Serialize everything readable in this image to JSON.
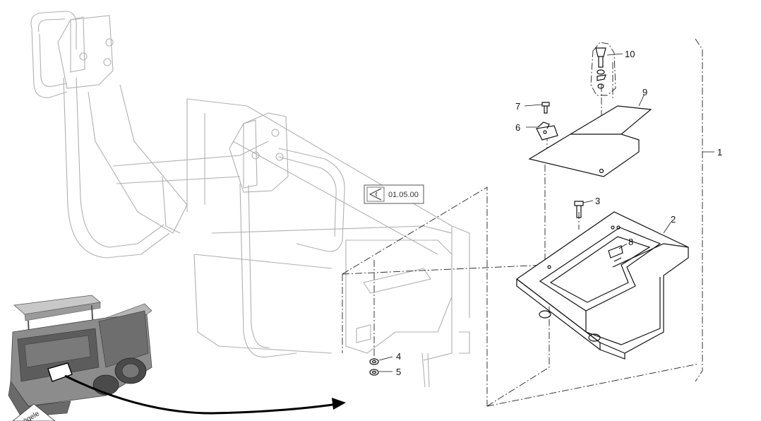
{
  "reference_label": "01.05.00",
  "callouts": [
    "1",
    "2",
    "3",
    "4",
    "5",
    "6",
    "7",
    "8",
    "9",
    "10"
  ],
  "thumbnail_brand": "ögele"
}
